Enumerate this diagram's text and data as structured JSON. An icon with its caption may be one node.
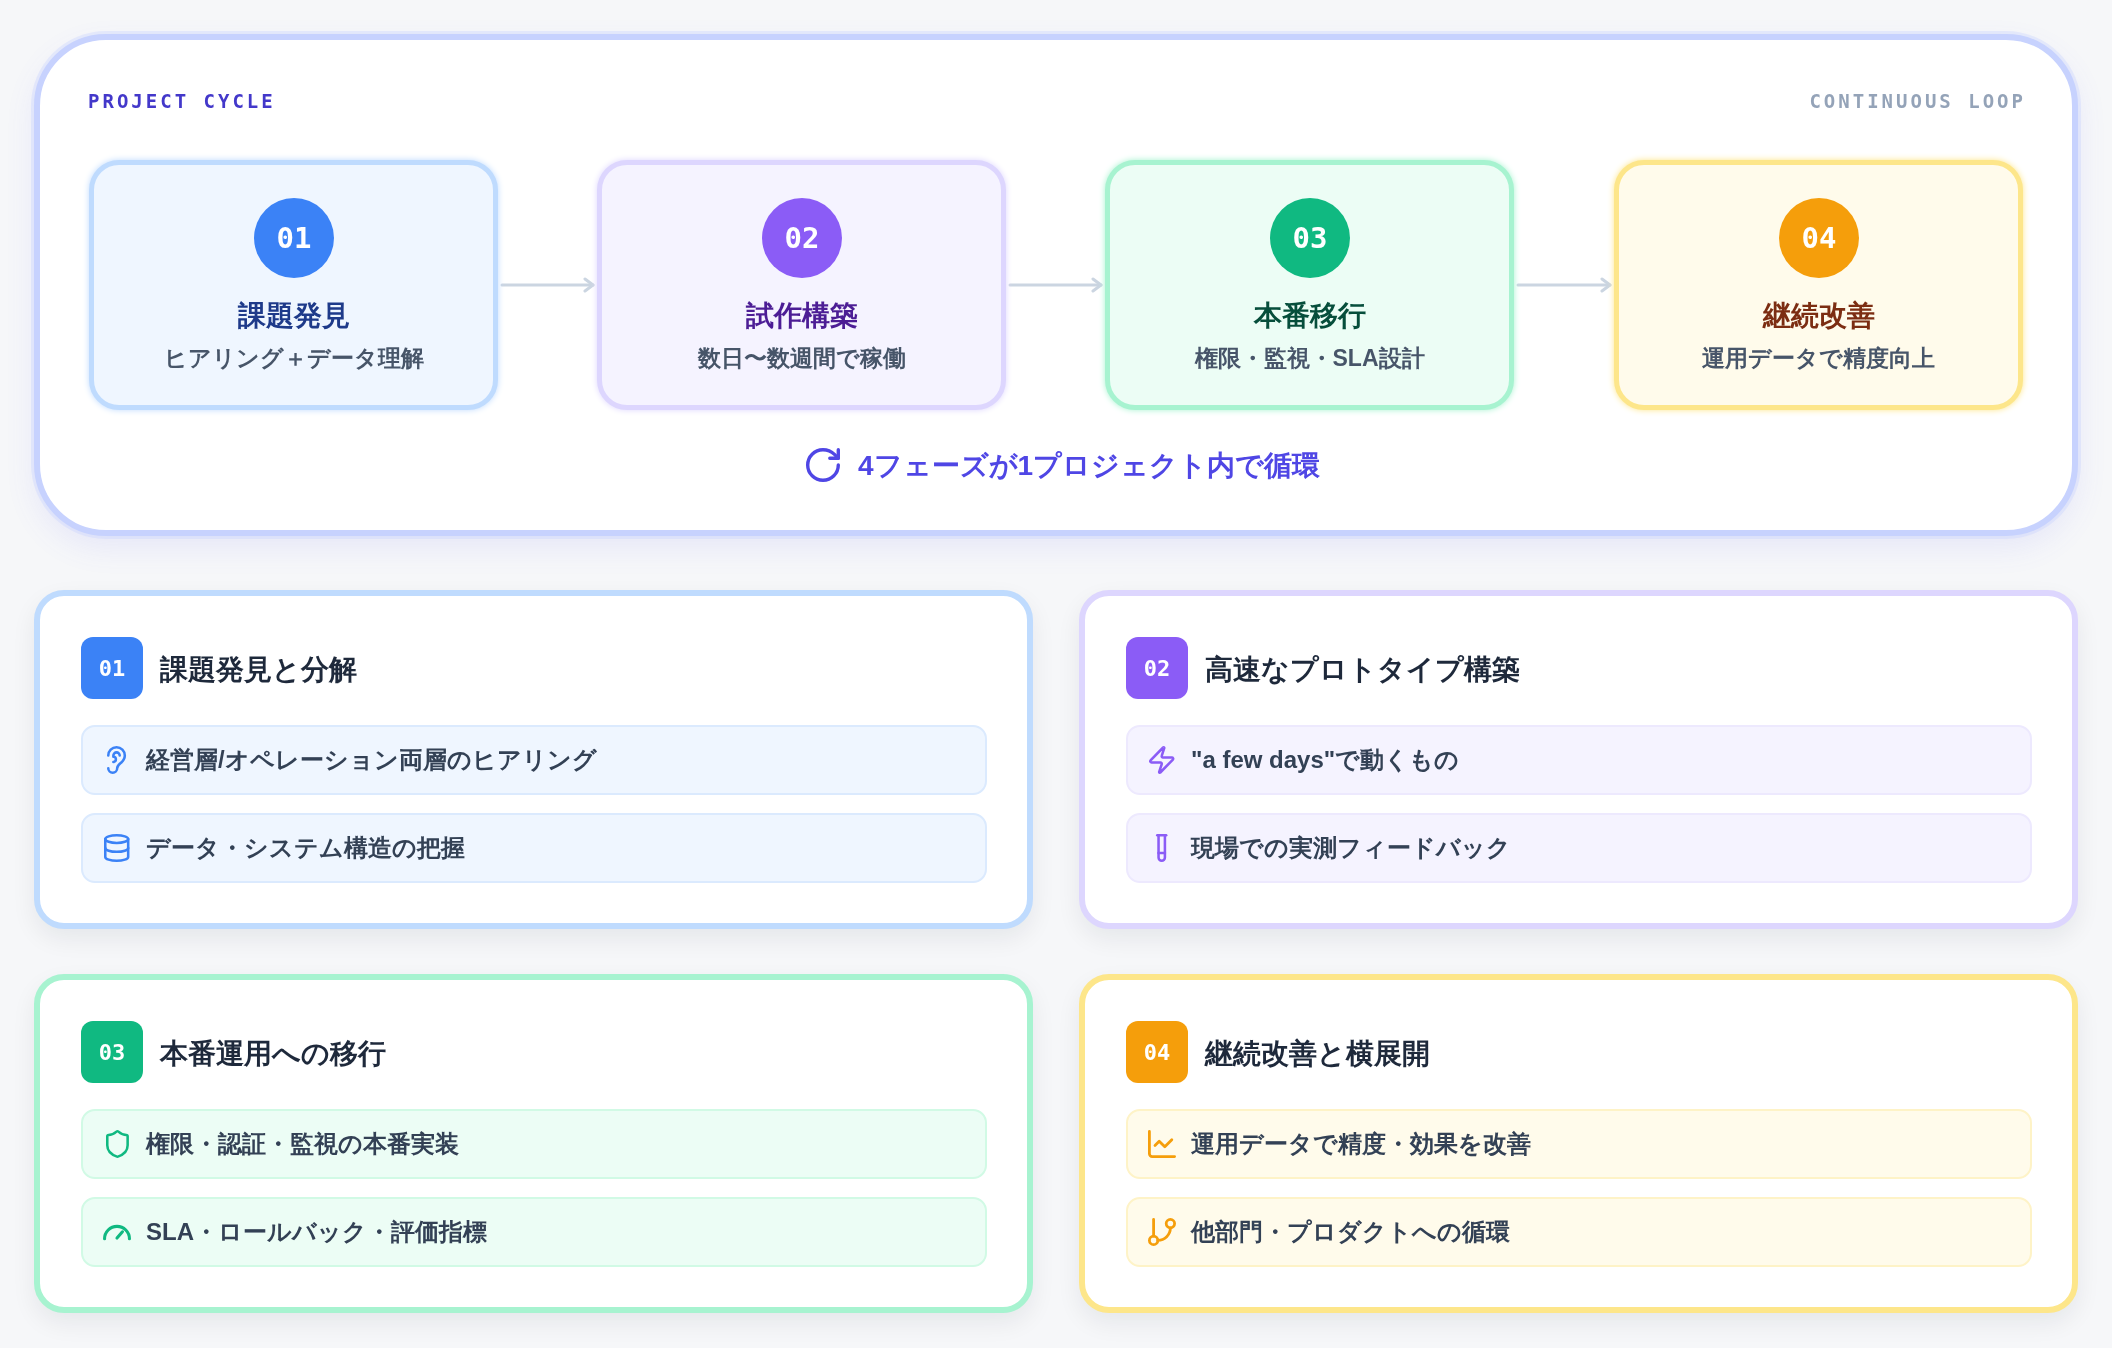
{
  "diagram": {
    "nodes": [
      {
        "text": [
          "PROJECT CYCLE",
          "CONTINUOUS LOOP",
          "4フェーズが1プロジェクト内で循環"
        ]
      },
      {
        "text": [
          "課題発見",
          "ヒアリング＋データ理解"
        ],
        "in": 0
      },
      {
        "text": [
          "01"
        ],
        "in": 1
      },
      {
        "text": [
          "試作構築",
          "数日〜数週間で稼働"
        ],
        "in": 0
      },
      {
        "text": [
          "02"
        ],
        "in": 3
      },
      {
        "text": [
          "本番移行",
          "権限・監視・SLA設計"
        ],
        "in": 0
      },
      {
        "text": [
          "03"
        ],
        "in": 5
      },
      {
        "text": [
          "継続改善",
          "運用データで精度向上"
        ],
        "in": 0
      },
      {
        "text": [
          "04"
        ],
        "in": 7
      },
      {
        "text": [
          "課題発見と分解"
        ]
      },
      {
        "text": [
          "01"
        ],
        "in": 9
      },
      {
        "text": [
          "経営層/オペレーション両層のヒアリング"
        ],
        "in": 9
      },
      {
        "text": [
          "データ・システム構造の把握"
        ],
        "in": 9
      },
      {
        "text": [
          "高速なプロトタイプ構築"
        ]
      },
      {
        "text": [
          "02"
        ],
        "in": 13
      },
      {
        "text": [
          "\"a few days\"で動くもの"
        ],
        "in": 13
      },
      {
        "text": [
          "現場での実測フィードバック"
        ],
        "in": 13
      },
      {
        "text": [
          "本番運用への移行"
        ]
      },
      {
        "text": [
          "03"
        ],
        "in": 17
      },
      {
        "text": [
          "権限・認証・監視の本番実装"
        ],
        "in": 17
      },
      {
        "text": [
          "SLA・ロールバック・評価指標"
        ],
        "in": 17
      },
      {
        "text": [
          "継続改善と横展開"
        ]
      },
      {
        "text": [
          "04"
        ],
        "in": 21
      },
      {
        "text": [
          "運用データで精度・効果を改善"
        ],
        "in": 21
      },
      {
        "text": [
          "他部門・プロダクトへの循環"
        ],
        "in": 21
      }
    ],
    "edges": [
      {
        "from": 1,
        "to": 3,
        "arrow": "to"
      },
      {
        "from": 3,
        "to": 5,
        "arrow": "to"
      },
      {
        "from": 5,
        "to": 7,
        "arrow": "to"
      }
    ]
  }
}
